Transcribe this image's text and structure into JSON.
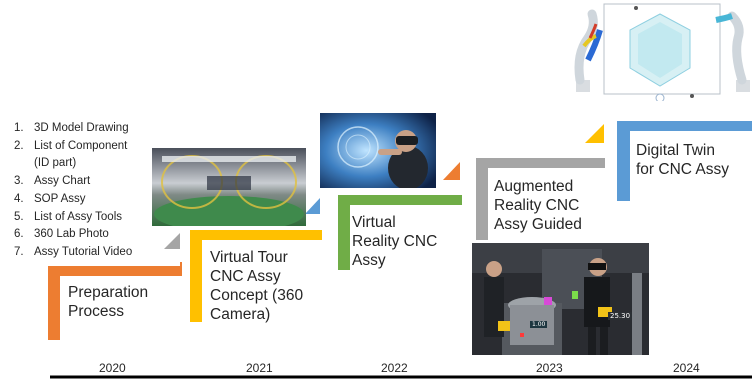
{
  "colors": {
    "preparation": "#ED7D31",
    "virtual_tour": "#FFC000",
    "virtual_reality": "#70AD47",
    "augmented_reality": "#A5A5A5",
    "digital_twin": "#5B9BD5",
    "axis": "#000000"
  },
  "preparation_list": [
    {
      "num": "1.",
      "text": "3D Model Drawing"
    },
    {
      "num": "2.",
      "text": "List of Component"
    },
    {
      "num": "",
      "text": "(ID part)"
    },
    {
      "num": "3.",
      "text": "Assy Chart"
    },
    {
      "num": "4.",
      "text": "SOP Assy"
    },
    {
      "num": "5.",
      "text": "List of Assy Tools"
    },
    {
      "num": "6.",
      "text": "360 Lab Photo"
    },
    {
      "num": "7.",
      "text": "Assy Tutorial Video"
    }
  ],
  "steps": [
    {
      "lines": [
        "Preparation",
        "Process"
      ]
    },
    {
      "lines": [
        "Virtual Tour",
        "CNC Assy",
        "Concept (360",
        "Camera)"
      ]
    },
    {
      "lines": [
        "Virtual",
        "Reality CNC",
        "Assy"
      ]
    },
    {
      "lines": [
        "Augmented",
        "Reality CNC",
        "Assy Guided"
      ]
    },
    {
      "lines": [
        "Digital Twin",
        "for CNC Assy"
      ]
    }
  ],
  "years": [
    "2020",
    "2021",
    "2022",
    "2023",
    "2024"
  ],
  "ar_overlay": {
    "badge": "25.30",
    "label": "1.00"
  },
  "icons": [
    "panorama-photo",
    "vr-headset-photo",
    "ar-lab-photo",
    "robot-arm-digital-twin"
  ]
}
